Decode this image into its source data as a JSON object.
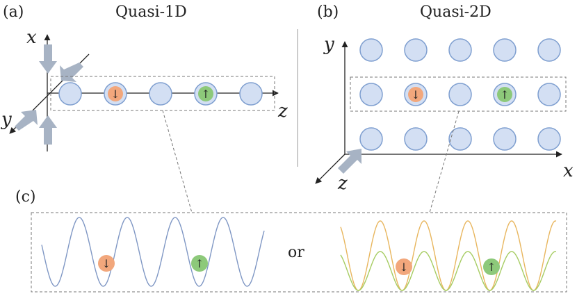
{
  "panels": {
    "a": {
      "tag": "(a)",
      "title": "Quasi-1D"
    },
    "b": {
      "tag": "(b)",
      "title": "Quasi-2D"
    },
    "c": {
      "tag": "(c)",
      "connector": "or"
    }
  },
  "axes": {
    "a": {
      "x": "x",
      "y": "y",
      "z": "z"
    },
    "b": {
      "x": "x",
      "y": "y",
      "z": "z"
    }
  },
  "spins": {
    "up": "↑",
    "down": "↓"
  },
  "colors": {
    "site_fill": "#d3dff3",
    "site_stroke": "#7f9fd0",
    "spin_down": "#f2a77c",
    "spin_up": "#8dc97a",
    "arrow": "#a7b3c4",
    "blue_potential": "#7f97c4",
    "orange_potential": "#e8b65e",
    "green_potential": "#a6cc62",
    "dashed": "#777777",
    "divider": "#999999"
  },
  "chain_1d": {
    "sites": 5,
    "down_index": 1,
    "up_index": 3
  },
  "lattice_2d": {
    "rows": 3,
    "cols": 5,
    "down": [
      1,
      1
    ],
    "up": [
      1,
      3
    ]
  }
}
